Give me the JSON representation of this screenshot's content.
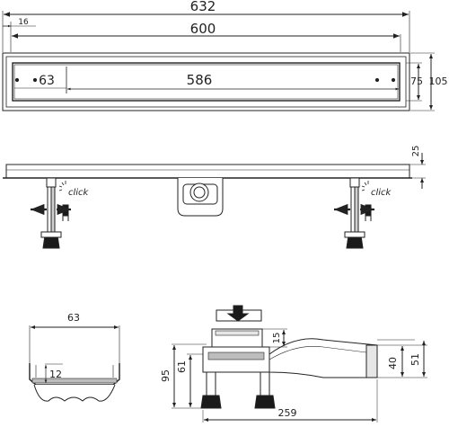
{
  "dimensions": {
    "total_length": "632",
    "grate_length": "600",
    "flange_offset": "16",
    "inner_length": "586",
    "inner_offset": "63",
    "outer_width": "105",
    "inner_width": "75",
    "profile_height": "25",
    "section_width": "63",
    "section_height": "12",
    "overall_height": "95",
    "body_height": "61",
    "grate_height": "15",
    "outlet_length": "259",
    "outlet_diameter": "40",
    "outlet_height": "51"
  },
  "annotations": {
    "click_left": "click",
    "click_right": "click"
  },
  "colors": {
    "line": "#222222",
    "fill_light": "#e6e6e6",
    "fill_mid": "#bdbdbd",
    "fill_dark": "#1a1a1a"
  }
}
